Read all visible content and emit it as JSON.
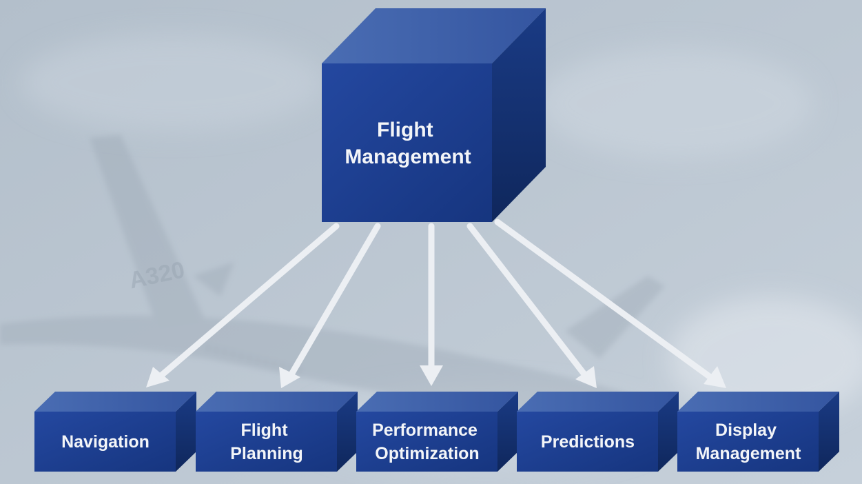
{
  "background": {
    "base_color": "#b9c4cf",
    "scene": "airliner silhouette over clouds",
    "tail_text": "A320"
  },
  "root": {
    "label_lines": [
      "Flight",
      "Management"
    ]
  },
  "children": [
    {
      "id": "navigation",
      "label_lines": [
        "Navigation"
      ]
    },
    {
      "id": "flight-planning",
      "label_lines": [
        "Flight",
        "Planning"
      ]
    },
    {
      "id": "performance-optimization",
      "label_lines": [
        "Performance",
        "Optimization"
      ]
    },
    {
      "id": "predictions",
      "label_lines": [
        "Predictions"
      ]
    },
    {
      "id": "display-management",
      "label_lines": [
        "Display",
        "Management"
      ]
    }
  ],
  "colors": {
    "box_front": "#1c3f94",
    "box_top": "#3a5ea8",
    "box_side": "#13306f",
    "arrow": "#eceff3",
    "label": "#f3f5f8"
  },
  "arrow_icon": "arrow-down-icon"
}
